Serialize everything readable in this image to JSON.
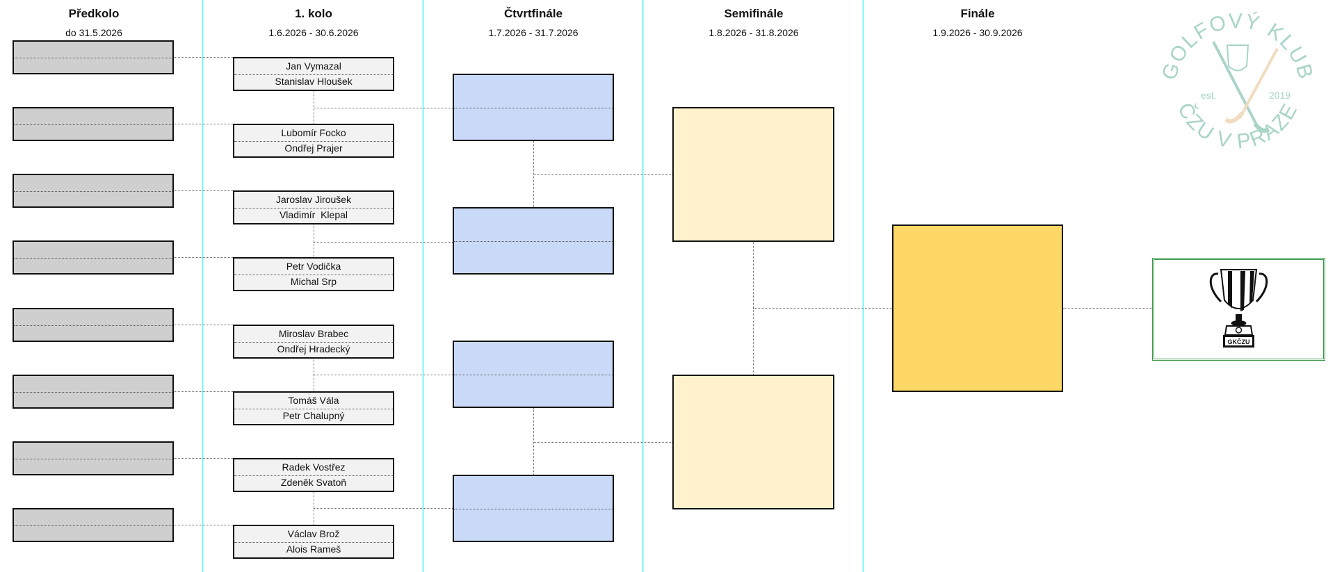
{
  "rounds": [
    {
      "title": "Předkolo",
      "date": "do 31.5.2026"
    },
    {
      "title": "1. kolo",
      "date": "1.6.2026 - 30.6.2026"
    },
    {
      "title": "Čtvrtfinále",
      "date": "1.7.2026 - 31.7.2026"
    },
    {
      "title": "Semifinále",
      "date": "1.8.2026 - 31.8.2026"
    },
    {
      "title": "Finále",
      "date": "1.9.2026 - 30.9.2026"
    }
  ],
  "round1": [
    [
      "Jan Vymazal",
      "Stanislav Hloušek"
    ],
    [
      "Lubomír Focko",
      "Ondřej Prajer"
    ],
    [
      "Jaroslav Jiroušek",
      "Vladimír  Klepal"
    ],
    [
      "Petr Vodička",
      "Michal Srp"
    ],
    [
      "Miroslav Brabec",
      "Ondřej Hradecký"
    ],
    [
      "Tomáš Vála",
      "Petr Chalupný"
    ],
    [
      "Radek Vostřez",
      "Zdeněk Svatoň"
    ],
    [
      "Václav Brož",
      "Alois Rameš"
    ]
  ],
  "logo": {
    "top_text": "GOLFOVÝ KLUB",
    "bottom_text": "ČZU V PRAZE",
    "est_label": "est.",
    "year": "2019",
    "color": "#a9d4c8"
  },
  "trophy": {
    "plate_text": "GKČZU",
    "frame_color": "#3a9a4a"
  },
  "colors": {
    "pre": "#cfcfcf",
    "round1": "#f2f2f2",
    "quarter": "#c9daf8",
    "semi": "#fff2cc",
    "final": "#fdd866",
    "separator": "#7cf3f3"
  }
}
